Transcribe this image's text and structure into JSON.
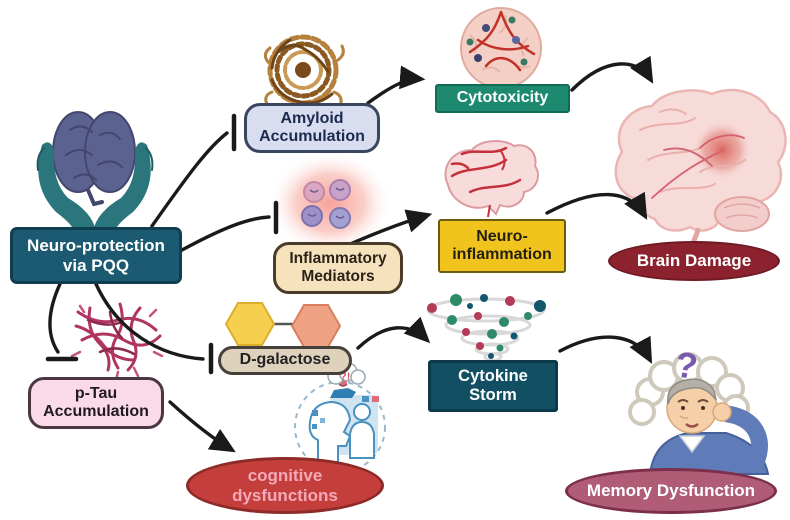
{
  "diagram": {
    "source": {
      "line1": "Neuro-protection",
      "line2": "via PQQ"
    },
    "nodes": {
      "amyloid": {
        "line1": "Amyloid",
        "line2": "Accumulation"
      },
      "cytotoxicity": {
        "label": "Cytotoxicity"
      },
      "inflammatory": {
        "line1": "Inflammatory",
        "line2": "Mediators"
      },
      "neuroinflammation": {
        "line1": "Neuro-",
        "line2": "inflammation"
      },
      "dgalactose": {
        "label": "D-galactose"
      },
      "cytokine_storm": {
        "line1": "Cytokine",
        "line2": "Storm"
      },
      "ptau": {
        "line1": "p-Tau",
        "line2": "Accumulation"
      },
      "brain_damage": {
        "label": "Brain Damage"
      },
      "memory_dysfunction": {
        "label": "Memory Dysfunction"
      },
      "cognitive_dysfunctions": {
        "line1": "cognitive",
        "line2": "dysfunctions"
      }
    },
    "icons": {
      "question_mark": "?",
      "thought_cloud_glyphs": "?!",
      "hands_holding_brain": "hands-holding-brain-icon",
      "amyloid_tangle": "amyloid-plaque-tangle-icon",
      "cell_sphere": "cytotoxic-cell-icon",
      "inflamed_cells": "inflammatory-cells-glow-icon",
      "small_brain": "inflamed-brain-icon",
      "big_brain": "damaged-brain-icon",
      "hexagon_sugar": "d-galactose-molecule-icon",
      "cytokine_tornado": "cytokine-storm-spiral-icon",
      "tau_tangle": "tau-fibril-tangle-icon",
      "cognition_head": "cognition-puzzle-head-icon",
      "old_man": "confused-elderly-man-icon"
    },
    "colors": {
      "source_box": "#1b5a70",
      "amyloid_box": "#d9ddf0",
      "cytotoxicity_box": "#1d8a70",
      "inflammatory_box": "#f6e2bd",
      "neuroinflammation_box": "#f0c41c",
      "dgalactose_box": "#ded2bd",
      "cytokine_box": "#134f63",
      "ptau_box": "#fad9e9",
      "brain_damage_ellipse": "#8c222e",
      "memory_ellipse": "#b05c77",
      "cognitive_ellipse": "#c43f3c",
      "cognitive_text": "#f4a9b9",
      "arrow": "#1a1a1a",
      "hands": "#2a767c",
      "held_brain": "#5c6290",
      "big_brain_fill": "#f7dbd9",
      "damage_spot": "#d85a50",
      "yellow_hexagon": "#f6cf4e",
      "salmon_hexagon": "#efa184"
    }
  }
}
